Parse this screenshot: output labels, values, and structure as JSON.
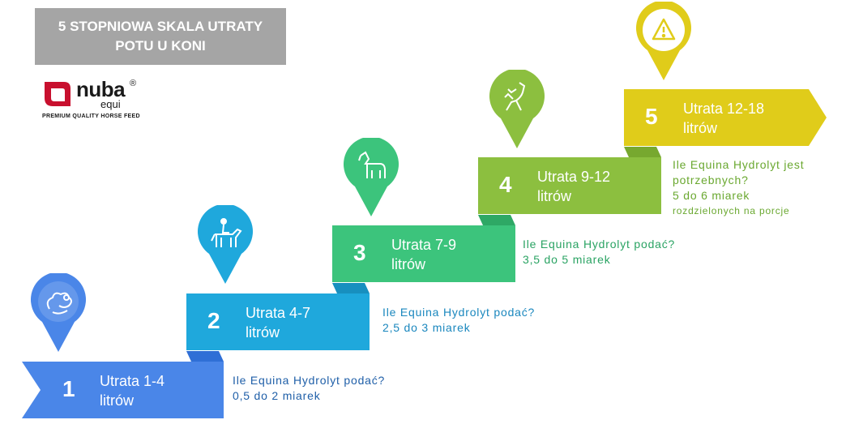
{
  "title": "5 STOPNIOWA SKALA UTRATY POTU U KONI",
  "logo": {
    "brand": "nuba",
    "registered": "®",
    "sub": "equi",
    "tagline": "PREMIUM QUALITY HORSE FEED"
  },
  "steps": [
    {
      "number": "1",
      "label": "Utrata 1-4 litrów",
      "color": "#4a86e8",
      "icon": "sweat-drops-icon",
      "note": {
        "question": "Ile Equina Hydrolyt podać?",
        "answer": "0,5 do 2 miarek"
      },
      "note_color": "#1f5fa8"
    },
    {
      "number": "2",
      "label": "Utrata 4-7 litrów",
      "color": "#1fa8dc",
      "icon": "horse-rider-icon",
      "note": {
        "question": "Ile Equina Hydrolyt podać?",
        "answer": "2,5 do 3 miarek"
      },
      "note_color": "#1a87be"
    },
    {
      "number": "3",
      "label": "Utrata 7-9 litrów",
      "color": "#3cc47c",
      "icon": "walking-horse-icon",
      "note": {
        "question": "Ile Equina Hydrolyt podać?",
        "answer": "3,5 do 5 miarek"
      },
      "note_color": "#2aa363"
    },
    {
      "number": "4",
      "label": "Utrata 9-12 litrów",
      "color": "#8cbf3f",
      "icon": "rearing-horse-icon",
      "note": {
        "question": "Ile Equina Hydrolyt jest potrzebnych?",
        "answer": "5 do 6 miarek",
        "extra": "rozdzielonych na porcje"
      },
      "note_color": "#6aa830"
    },
    {
      "number": "5",
      "label": "Utrata 12-18 litrów",
      "color": "#e0cc1a",
      "icon": "warning-icon"
    }
  ]
}
